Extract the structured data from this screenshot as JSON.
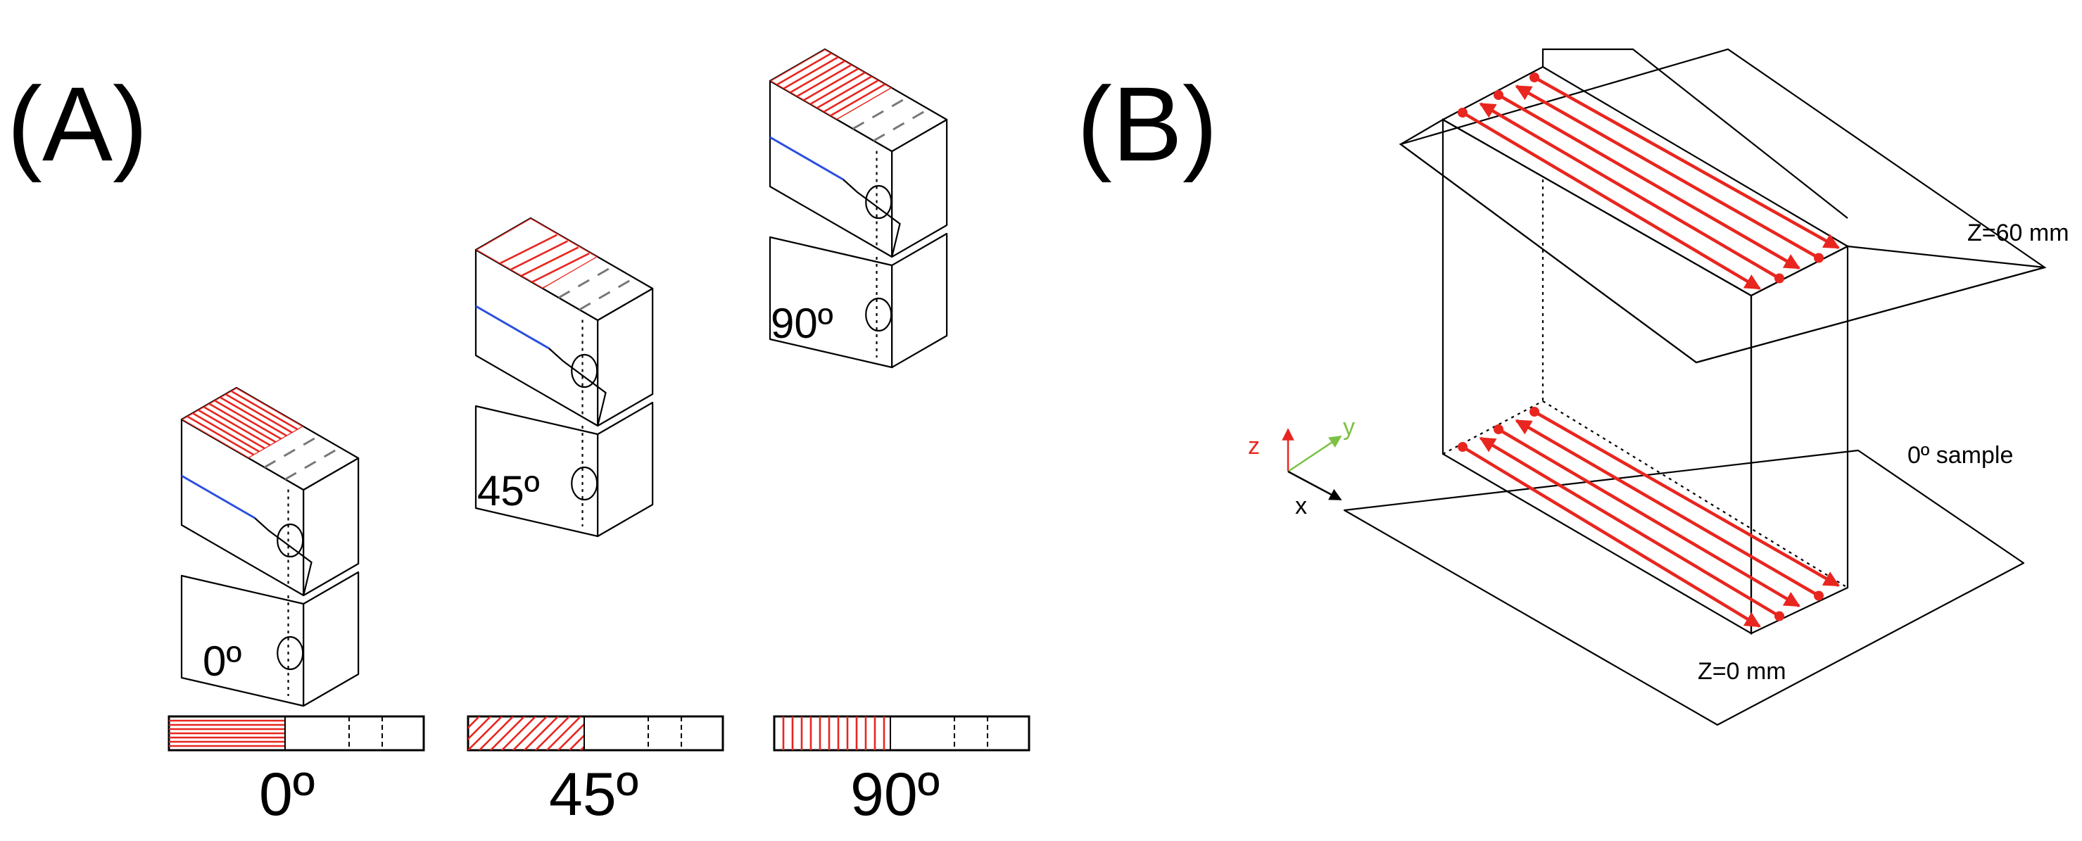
{
  "panels": {
    "a_label": "(A)",
    "b_label": "(B)"
  },
  "specimens": [
    {
      "angle_label": "0º",
      "hatch": "0"
    },
    {
      "angle_label": "45º",
      "hatch": "45"
    },
    {
      "angle_label": "90º",
      "hatch": "90"
    }
  ],
  "bars": [
    {
      "label": "0º",
      "hatch": "0"
    },
    {
      "label": "45º",
      "hatch": "45"
    },
    {
      "label": "90º",
      "hatch": "90"
    }
  ],
  "panel_b": {
    "top_plane_label": "Z=60 mm",
    "bottom_plane_label": "Z=0 mm",
    "sample_label": "0º sample",
    "axes": {
      "x": "x",
      "y": "y",
      "z": "z"
    }
  },
  "colors": {
    "hatch": "#e8261f",
    "crack": "#2b4fe0",
    "axis_x": "#000000",
    "axis_y": "#7cc142",
    "axis_z": "#e8261f"
  }
}
